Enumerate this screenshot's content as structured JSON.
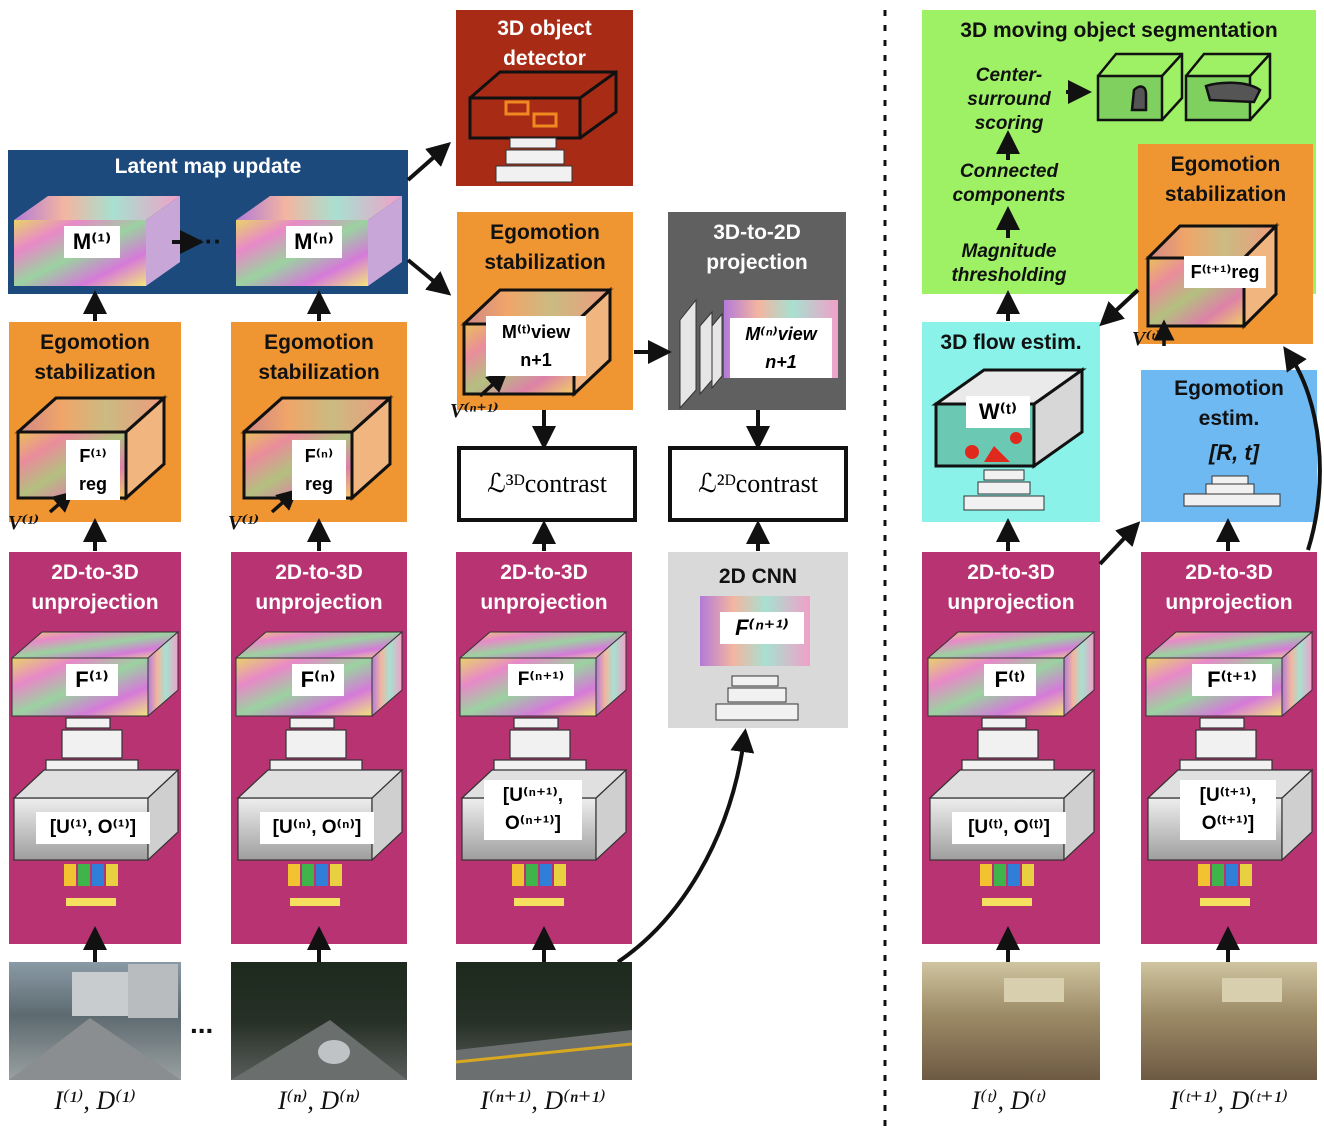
{
  "latent_map": {
    "title": "Latent map update",
    "m1_label": "M⁽¹⁾",
    "mn_label": "M⁽ⁿ⁾",
    "dots": "···"
  },
  "detector": {
    "title_line1": "3D object",
    "title_line2": "detector"
  },
  "ego_stab": {
    "title_line1": "Egomotion",
    "title_line2": "stabilization"
  },
  "columns": [
    {
      "unproj_line1": "2D-to-3D",
      "unproj_line2": "unprojection",
      "feat": "F⁽¹⁾",
      "freg": "F⁽¹⁾reg",
      "uo": "[U⁽¹⁾, O⁽¹⁾]",
      "v": "V⁽¹⁾",
      "caption": "I⁽¹⁾, D⁽¹⁾"
    },
    {
      "unproj_line1": "2D-to-3D",
      "unproj_line2": "unprojection",
      "feat": "F⁽ⁿ⁾",
      "freg": "F⁽ⁿ⁾reg",
      "uo": "[U⁽ⁿ⁾, O⁽ⁿ⁾]",
      "v": "V⁽¹⁾",
      "caption": "I⁽ⁿ⁾, D⁽ⁿ⁾"
    },
    {
      "unproj_line1": "2D-to-3D",
      "unproj_line2": "unprojection",
      "feat": "F⁽ⁿ⁺¹⁾",
      "uo_line1": "[U⁽ⁿ⁺¹⁾,",
      "uo_line2": "O⁽ⁿ⁺¹⁾]",
      "caption": "I⁽ⁿ⁺¹⁾, D⁽ⁿ⁺¹⁾"
    }
  ],
  "ellipsis": "...",
  "ego_view": {
    "label": "M⁽ᵗ⁾view n+1",
    "v": "V⁽ⁿ⁺¹⁾"
  },
  "projection": {
    "title_line1": "3D-to-2D",
    "title_line2": "projection",
    "label": "M⁽ⁿ⁾view n+1"
  },
  "loss3d": "ℒ³ᴰcontrast",
  "loss2d": "ℒ²ᴰcontrast",
  "cnn2d": {
    "title": "2D CNN",
    "label": "F⁽ⁿ⁺¹⁾"
  },
  "right": {
    "segmentation_title": "3D moving object segmentation",
    "center_surround": [
      "Center-",
      "surround",
      "scoring"
    ],
    "connected": [
      "Connected",
      "components"
    ],
    "magnitude": [
      "Magnitude",
      "thresholding"
    ],
    "ego_stab_line1": "Egomotion",
    "ego_stab_line2": "stabilization",
    "freg_t1": "F⁽ᵗ⁺¹⁾reg",
    "v_t": "V⁽ᵗ⁾",
    "flow_title": "3D flow estim.",
    "flow_label": "W⁽ᵗ⁾",
    "egoestim_line1": "Egomotion",
    "egoestim_line2": "estim.",
    "egoestim_label": "[R, t]",
    "col_t": {
      "unproj_line1": "2D-to-3D",
      "unproj_line2": "unprojection",
      "feat": "F⁽ᵗ⁾",
      "uo": "[U⁽ᵗ⁾, O⁽ᵗ⁾]",
      "caption": "I⁽ᵗ⁾, D⁽ᵗ⁾"
    },
    "col_t1": {
      "unproj_line1": "2D-to-3D",
      "unproj_line2": "unprojection",
      "feat": "F⁽ᵗ⁺¹⁾",
      "uo_line1": "[U⁽ᵗ⁺¹⁾,",
      "uo_line2": "O⁽ᵗ⁺¹⁾]",
      "caption": "I⁽ᵗ⁺¹⁾, D⁽ᵗ⁺¹⁾"
    }
  },
  "colors": {
    "unprojection": "#b83371",
    "stabilization": "#ef9633",
    "latent_map": "#1d4a7c",
    "detector": "#a82b16",
    "projection": "#606060",
    "cnn2d": "#d9d9d9",
    "segmentation": "#9ef064",
    "flow": "#8af2e8",
    "egomotion_estim": "#6eb9f2"
  }
}
